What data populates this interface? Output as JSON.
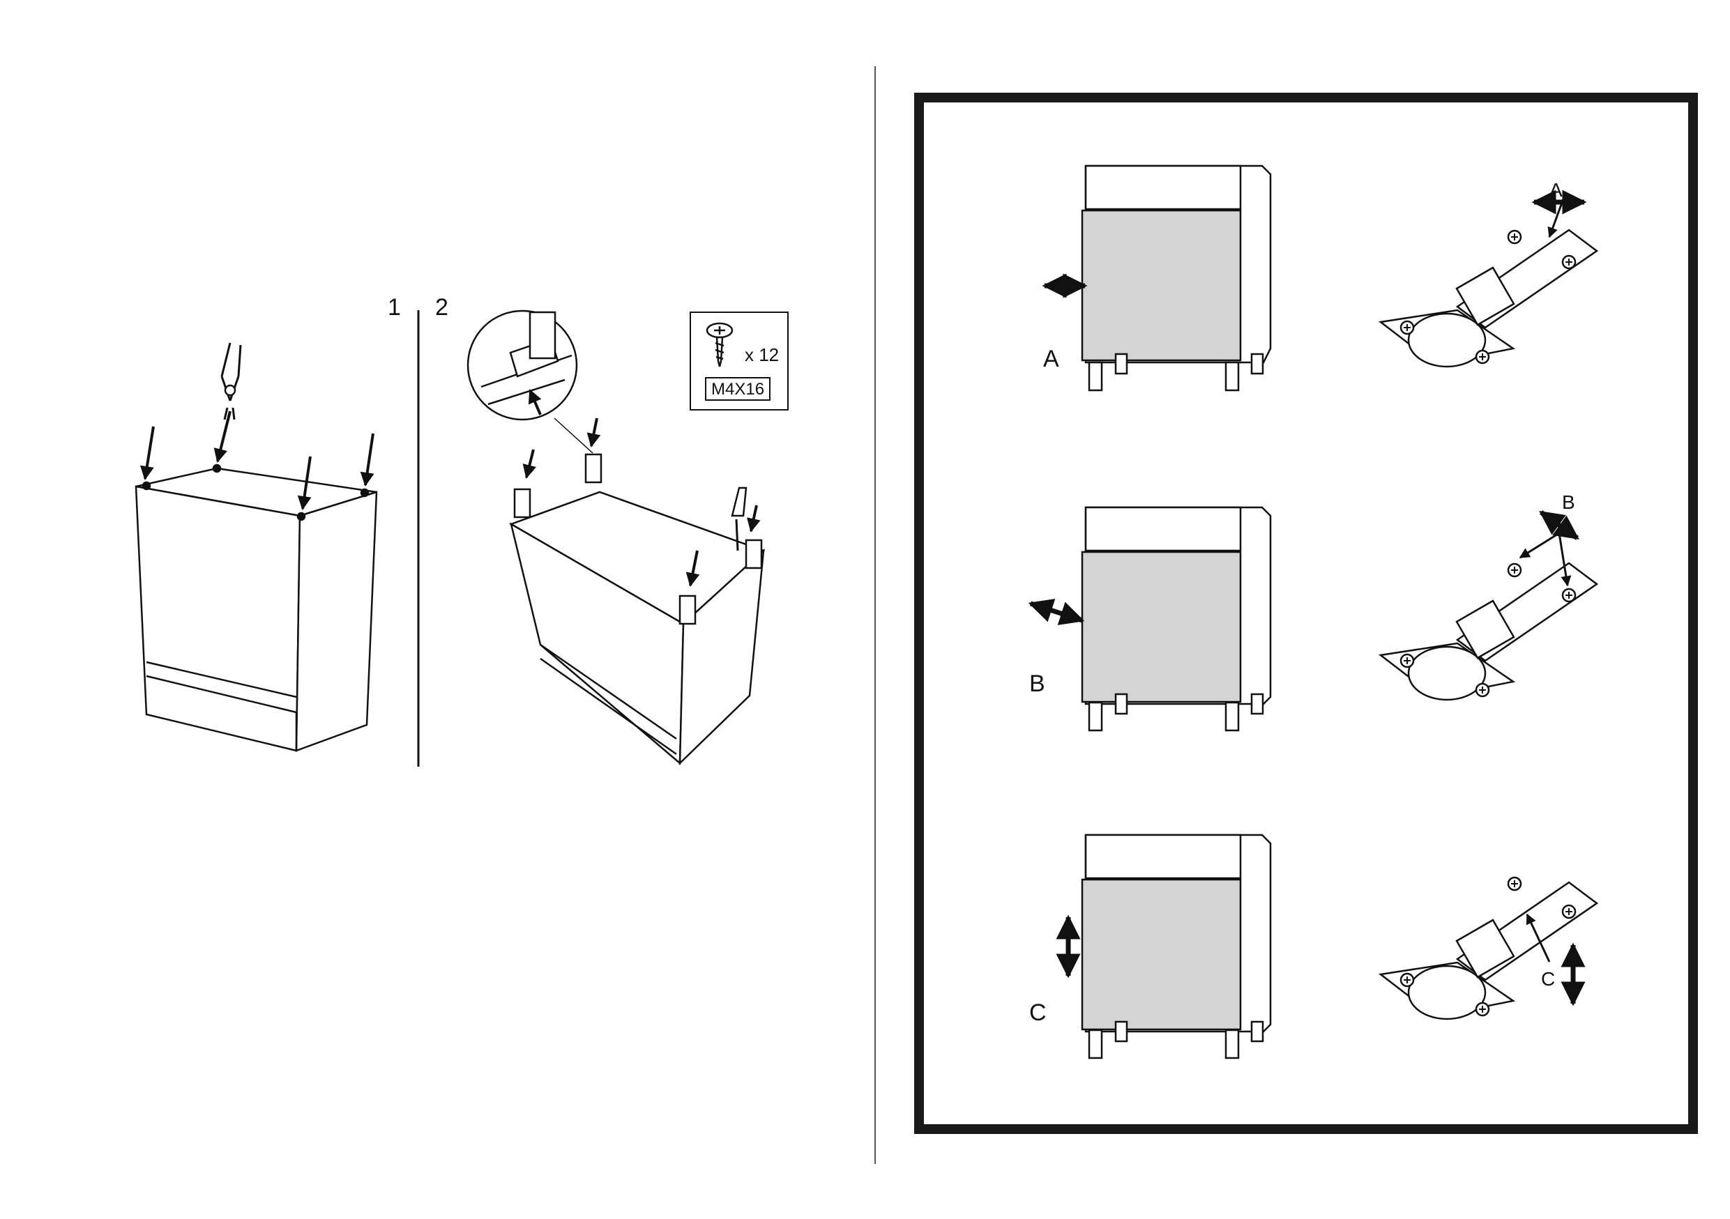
{
  "steps": [
    {
      "number": "1"
    },
    {
      "number": "2"
    }
  ],
  "hardware": {
    "quantity": "x 12",
    "spec": "M4X16"
  },
  "adjustments": [
    {
      "label": "A",
      "hinge_label": "A"
    },
    {
      "label": "B",
      "hinge_label": "B"
    },
    {
      "label": "C",
      "hinge_label": "C"
    }
  ],
  "colors": {
    "line": "#111111",
    "door_fill": "#d4d4d4",
    "frame": "#1a1a1a"
  }
}
